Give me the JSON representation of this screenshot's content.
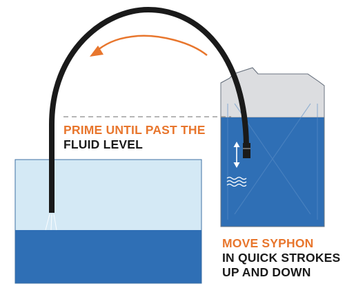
{
  "captions": {
    "prime": {
      "line1": "PRIME UNTIL PAST THE",
      "line2": "FLUID LEVEL"
    },
    "move": {
      "line1": "MOVE SYPHON",
      "line2": "IN QUICK STROKES",
      "line3": "UP AND DOWN"
    }
  },
  "colors": {
    "accent": "#e8762d",
    "text": "#1a1a1a",
    "fluid": "#2f6fb5",
    "tank_empty": "#d4e9f5",
    "container_empty": "#dcdde0",
    "hose": "#1a1a1a"
  }
}
